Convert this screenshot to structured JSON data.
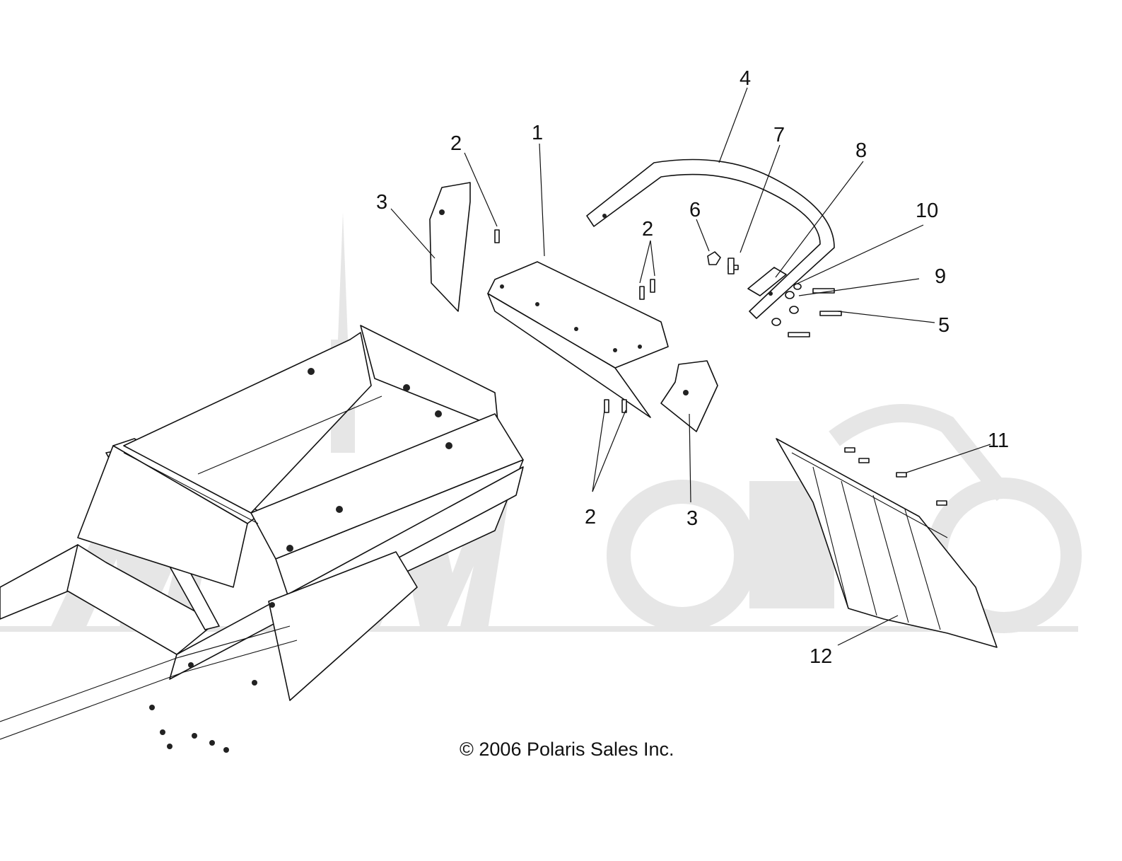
{
  "callouts": {
    "c1": "1",
    "c2a": "2",
    "c2b": "2",
    "c2c": "2",
    "c3a": "3",
    "c3b": "3",
    "c4": "4",
    "c5": "5",
    "c6": "6",
    "c7": "7",
    "c8": "8",
    "c9": "9",
    "c10": "10",
    "c11": "11",
    "c12": "12"
  },
  "copyright": "© 2006 Polaris Sales Inc."
}
